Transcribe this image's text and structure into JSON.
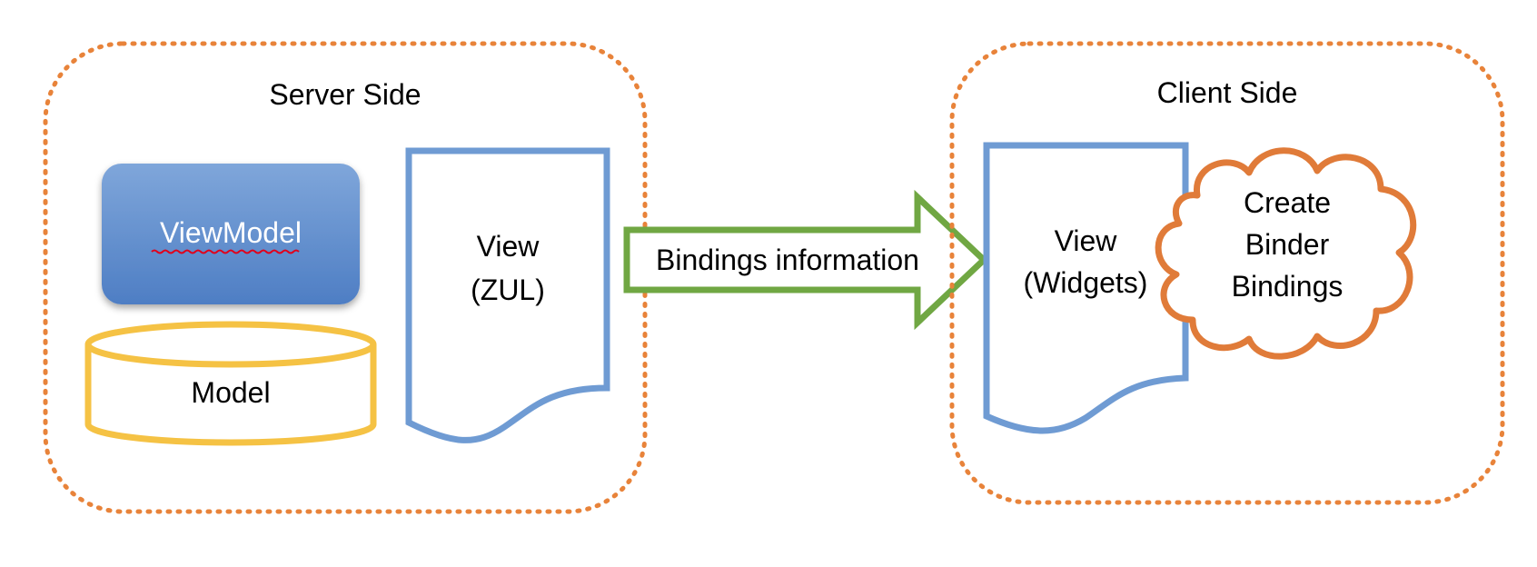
{
  "server_side": {
    "title": "Server Side",
    "viewmodel_label": "ViewModel",
    "model_label": "Model",
    "view_lines": [
      "View",
      "(ZUL)"
    ]
  },
  "arrow": {
    "label": "Bindings information"
  },
  "client_side": {
    "title": "Client Side",
    "view_lines": [
      "View",
      "(Widgets)"
    ],
    "cloud_lines": [
      "Create",
      "Binder",
      "Bindings"
    ]
  },
  "colors": {
    "region_border": "#E8833A",
    "viewmodel_top": "#7FA6DA",
    "viewmodel_bottom": "#4E7EC4",
    "viewmodel_text": "#FFFFFF",
    "spellcheck_underline": "#E0001B",
    "model_stroke": "#F5C244",
    "document_stroke": "#6F9BD3",
    "arrow_stroke": "#70A743",
    "cloud_stroke": "#E07B39"
  }
}
